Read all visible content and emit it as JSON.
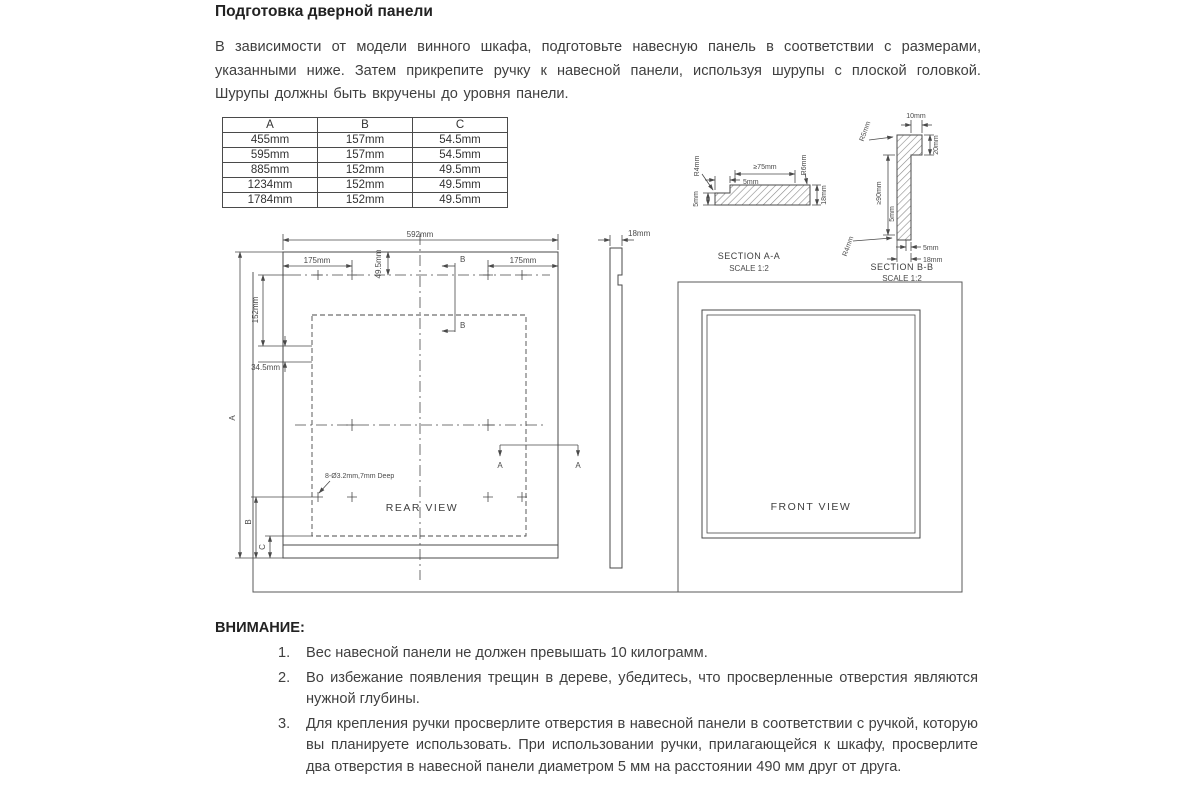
{
  "page": {
    "title": "Подготовка дверной панели",
    "intro": "В зависимости от модели винного шкафа,  подготовьте навесную панель в соответствии с размерами, указанными ниже. Затем прикрепите ручку к навесной панели, используя шурупы с плоской головкой.  Шурупы должны быть вкручены до уровня панели."
  },
  "table": {
    "headers": [
      "A",
      "B",
      "C"
    ],
    "rows": [
      [
        "455mm",
        "157mm",
        "54.5mm"
      ],
      [
        "595mm",
        "157mm",
        "54.5mm"
      ],
      [
        "885mm",
        "152mm",
        "49.5mm"
      ],
      [
        "1234mm",
        "152mm",
        "49.5mm"
      ],
      [
        "1784mm",
        "152mm",
        "49.5mm"
      ]
    ]
  },
  "drawing": {
    "rear_view": {
      "label": "REAR VIEW",
      "dim_width": "592mm",
      "dim_left": "175mm",
      "dim_right": "175mm",
      "dim_top": "49.5mm",
      "dim_side": "152mm",
      "dim_offset": "34.5mm",
      "dim_a": "A",
      "dim_b": "B",
      "dim_c": "C",
      "section_a": "A",
      "section_b": "B",
      "holes_note": "8-Ø3.2mm,7mm Deep"
    },
    "side_view": {
      "dim_thickness": "18mm"
    },
    "section_aa": {
      "title": "SECTION A-A",
      "scale": "SCALE 1:2",
      "dim_min": "≥75mm",
      "dim_5_top": "5mm",
      "dim_r4": "R4mm",
      "dim_r6": "R6mm",
      "dim_5_left": "5mm",
      "dim_18": "18mm"
    },
    "section_bb": {
      "title": "SECTION B-B",
      "scale": "SCALE 1:2",
      "dim_r5": "R5mm",
      "dim_10": "10mm",
      "dim_20": "20mm",
      "dim_min": "≥90mm",
      "dim_5_left": "5mm",
      "dim_r4": "R4mm",
      "dim_5_bottom": "5mm",
      "dim_18": "18mm"
    },
    "front_view": {
      "label": "FRONT VIEW"
    }
  },
  "attention": {
    "label": "ВНИМАНИЕ:",
    "items": [
      {
        "num": "1.",
        "text": "Вес навесной панели не должен превышать 10 килограмм."
      },
      {
        "num": "2.",
        "text": "Во избежание появления трещин в дереве, убедитесь,  что просверленные отверстия являются нужной глубины."
      },
      {
        "num": "3.",
        "text": "Для крепления ручки просверлите отверстия в навесной панели в соответствии с ручкой, которую вы планируете использовать.  При использовании ручки, прилагающейся к шкафу, просверлите два отверстия в навесной панели диаметром 5 мм  на расстоянии  490 мм друг от друга."
      }
    ]
  }
}
